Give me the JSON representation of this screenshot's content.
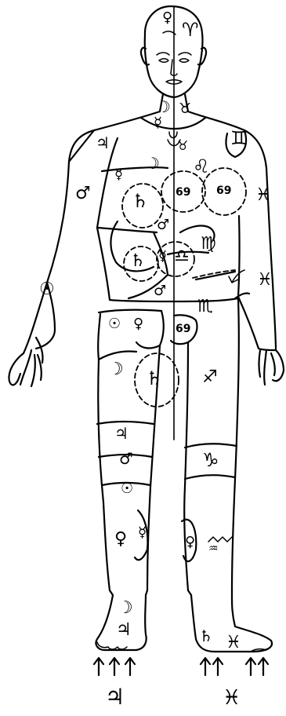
{
  "symbols": {
    "head_venus": "♀",
    "aries": "♈",
    "throat_moon": "☽",
    "neck_venus": "☿",
    "neck_taurus": "♉",
    "jupiter_shoulder": "♃",
    "gemini": "♊",
    "chest_taurus": "♉",
    "chest_moon": "☽",
    "chest_mercury": "☿",
    "chest_saturn": "♄",
    "arm_mars": "♂",
    "leo": "♌",
    "cancer_left": "69",
    "cancer_right": "69",
    "pisces_upper": "♓",
    "sun_arm": "☉",
    "stomach_mars": "♂",
    "virgo": "♍",
    "abdomen_saturn": "♄",
    "abdomen_mercury": "☿",
    "libra": "♎",
    "pisces_mid": "♓",
    "hip_mars": "♂",
    "scorpio": "♏",
    "hip_sun": "☉",
    "hip_venus": "♀",
    "hip_cancer": "69",
    "thigh_moon": "☽",
    "thigh_saturn": "♄",
    "sagittarius": "♐",
    "knee_jupiter": "♃",
    "knee_mars": "♂",
    "capricorn": "♑",
    "shin_sun": "☉",
    "shin_venus": "♀",
    "shin_mercury": "☿",
    "calf_venus": "♀",
    "aquarius": "♒",
    "ankle_moon": "☽",
    "foot_jupiter": "♃",
    "foot_saturn": "♄",
    "foot_pisces": "♓",
    "bottom_left": "♃",
    "bottom_right": "♓"
  },
  "colors": {
    "ink": "#000000",
    "paper": "#ffffff"
  }
}
